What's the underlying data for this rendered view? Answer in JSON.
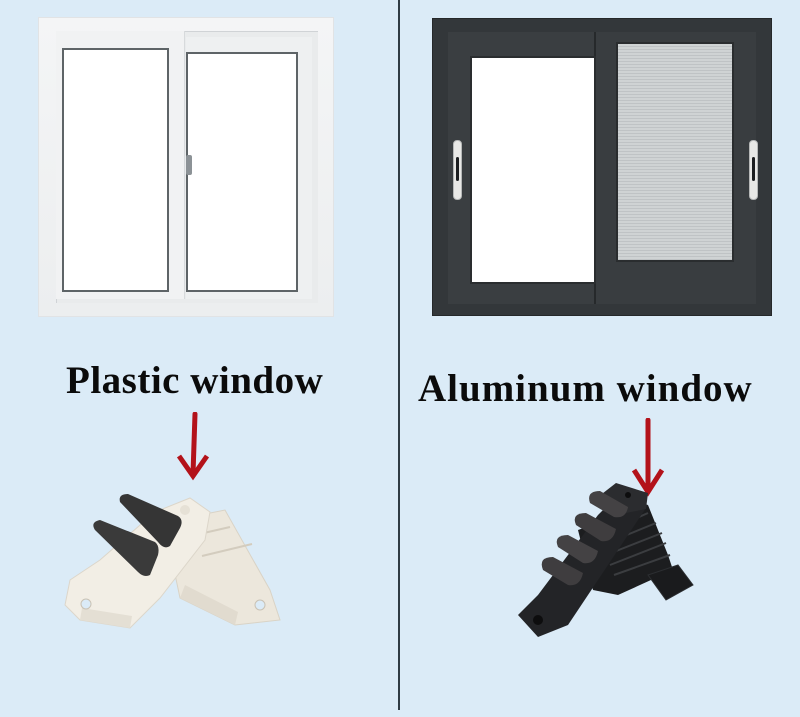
{
  "panels": [
    {
      "id": "plastic",
      "label": "Plastic window",
      "window_color": "#f1f2f3",
      "part_color": "#efeadf",
      "brush_color": "#3a3a3a"
    },
    {
      "id": "aluminum",
      "label": "Aluminum window",
      "window_color": "#33373a",
      "part_color": "#1e1f21",
      "brush_color": "#3f3d3f"
    }
  ],
  "arrow_color": "#b3121a",
  "background_color": "#dbebf7",
  "divider_color": "#2f3b44"
}
